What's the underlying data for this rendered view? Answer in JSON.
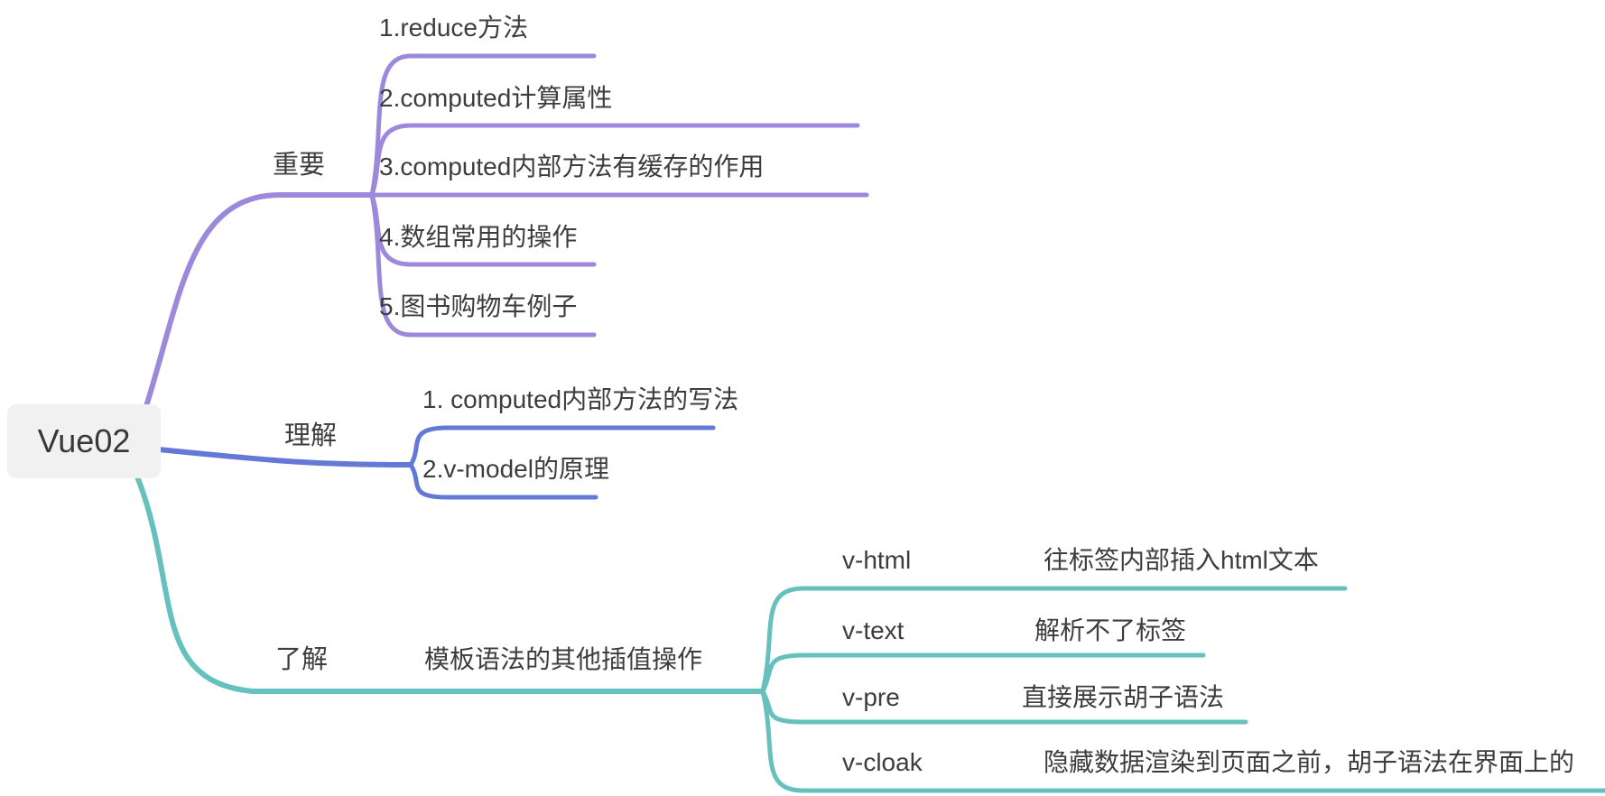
{
  "root": {
    "label": "Vue02"
  },
  "colors": {
    "important_branch": "#9d89dc",
    "understand_branch": "#6478d6",
    "know_branch": "#66c0bd",
    "text": "#3d3d3d",
    "root_background": "#f1f1f1"
  },
  "branches": {
    "important": {
      "label": "重要",
      "children": [
        {
          "label": "1.reduce方法"
        },
        {
          "label": "2.computed计算属性"
        },
        {
          "label": "3.computed内部方法有缓存的作用"
        },
        {
          "label": "4.数组常用的操作"
        },
        {
          "label": "5.图书购物车例子"
        }
      ]
    },
    "understand": {
      "label": "理解",
      "children": [
        {
          "label": "1. computed内部方法的写法"
        },
        {
          "label": "2.v-model的原理"
        }
      ]
    },
    "know": {
      "label": "了解",
      "node": {
        "label": "模板语法的其他插值操作"
      },
      "children": [
        {
          "name": "v-html",
          "desc": "往标签内部插入html文本"
        },
        {
          "name": "v-text",
          "desc": "解析不了标签"
        },
        {
          "name": "v-pre",
          "desc": "直接展示胡子语法"
        },
        {
          "name": "v-cloak",
          "desc": "隐藏数据渲染到页面之前，胡子语法在界面上的"
        }
      ]
    }
  }
}
